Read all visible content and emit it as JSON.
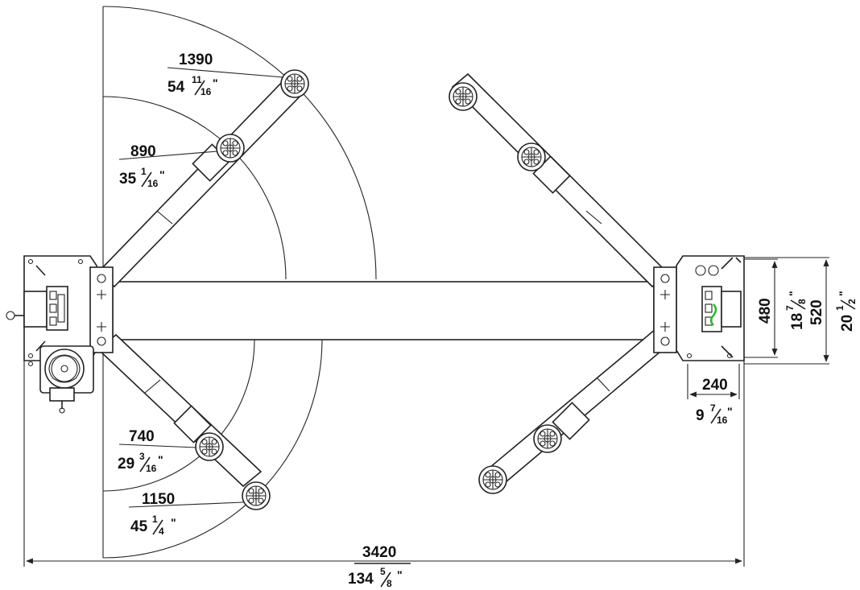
{
  "colors": {
    "line": "#222222",
    "background": "#ffffff",
    "highlight": "#2db82d"
  },
  "dimensions": {
    "arm_1390": {
      "mm": "1390",
      "inch_whole": "54",
      "inch_num": "11",
      "inch_den": "16",
      "inch_mark": "\""
    },
    "arm_890": {
      "mm": "890",
      "inch_whole": "35",
      "inch_num": "1",
      "inch_den": "16",
      "inch_mark": "\""
    },
    "arm_740": {
      "mm": "740",
      "inch_whole": "29",
      "inch_num": "3",
      "inch_den": "16",
      "inch_mark": "\""
    },
    "arm_1150": {
      "mm": "1150",
      "inch_whole": "45",
      "inch_num": "1",
      "inch_den": "4",
      "inch_mark": "\""
    },
    "overall_width": {
      "mm": "3420",
      "inch_whole": "134",
      "inch_num": "5",
      "inch_den": "8",
      "inch_mark": "\""
    },
    "column_depth_480": {
      "mm": "480",
      "inch_whole": "18",
      "inch_num": "7",
      "inch_den": "8",
      "inch_mark": "\""
    },
    "column_depth_520": {
      "mm": "520",
      "inch_whole": "20",
      "inch_num": "1",
      "inch_den": "2",
      "inch_mark": "\""
    },
    "column_width_240": {
      "mm": "240",
      "inch_whole": "9",
      "inch_num": "7",
      "inch_den": "16",
      "inch_mark": "\""
    }
  }
}
